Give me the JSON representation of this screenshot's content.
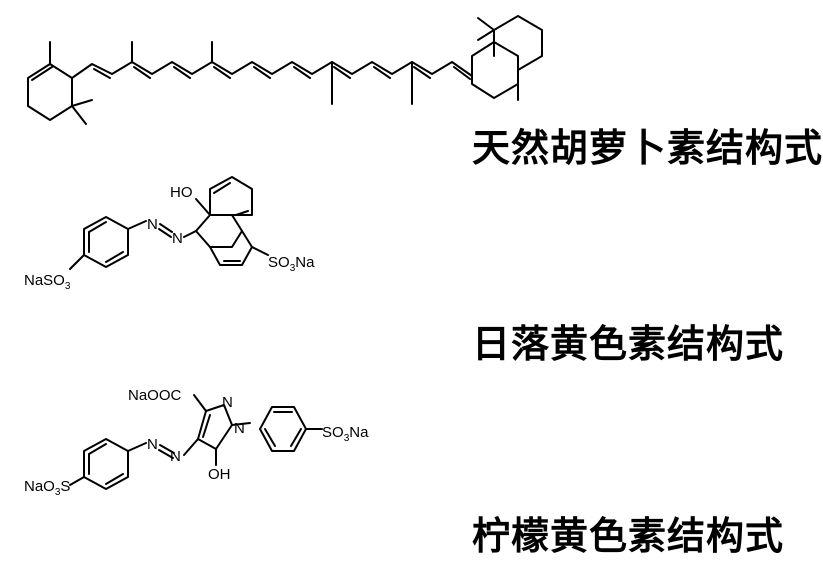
{
  "captions": {
    "beta_carotene": "天然胡萝卜素结构式",
    "sunset_yellow": "日落黄色素结构式",
    "tartrazine": "柠檬黄色素结构式"
  },
  "labels": {
    "sunset_yellow": {
      "ho": "HO",
      "n1": "N",
      "n2": "N",
      "naso3_left": "NaSO",
      "naso3_left_sub": "3",
      "so3na_right": "SO",
      "so3na_right_sub": "3",
      "so3na_right_tail": "Na"
    },
    "tartrazine": {
      "naooc": "NaOOC",
      "n_ring1": "N",
      "n_ring2": "N",
      "n_azo1": "N",
      "n_azo2": "N",
      "oh": "OH",
      "so3na_right": "SO",
      "so3na_right_sub": "3",
      "so3na_right_tail": "Na",
      "nao3s": "NaO",
      "nao3s_sub": "3",
      "nao3s_tail": "S"
    }
  }
}
